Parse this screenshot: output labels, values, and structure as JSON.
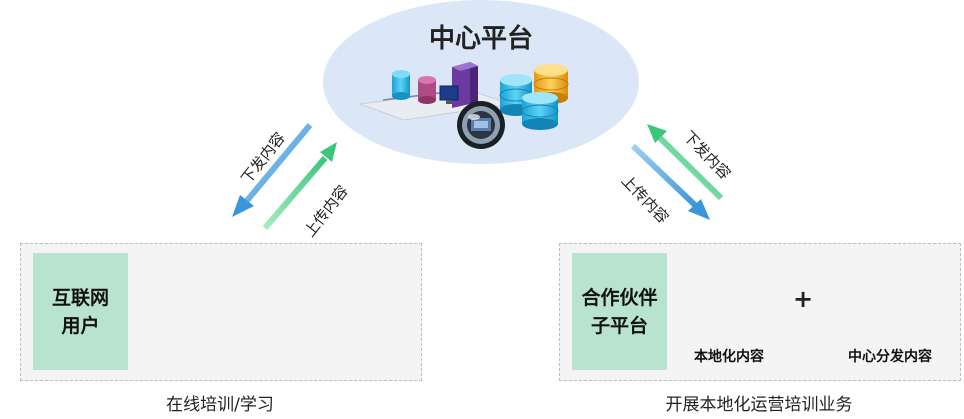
{
  "center": {
    "title": "中心平台"
  },
  "left_arrows": {
    "down_label": "下发内容",
    "up_label": "上传内容"
  },
  "right_arrows": {
    "down_label": "下发内容",
    "up_label": "上传内容"
  },
  "left_panel": {
    "box_line1": "互联网",
    "box_line2": "用户",
    "caption": "在线培训/学习"
  },
  "right_panel": {
    "box_line1": "合作伙伴",
    "box_line2": "子平台",
    "item1_label": "本地化内容",
    "plus": "+",
    "item2_label": "中心分发内容",
    "caption": "开展本地化运营培训业务"
  },
  "colors": {
    "ellipse": "#dbe7f7",
    "green_box": "#b7e3cf",
    "arrow_blue": "#5aa8e0",
    "arrow_green": "#4fd08c",
    "panel_border": "#bdbdbd"
  },
  "icons": [
    "database-stack-icon",
    "server-icon",
    "monitor-icon",
    "camera-icon"
  ]
}
